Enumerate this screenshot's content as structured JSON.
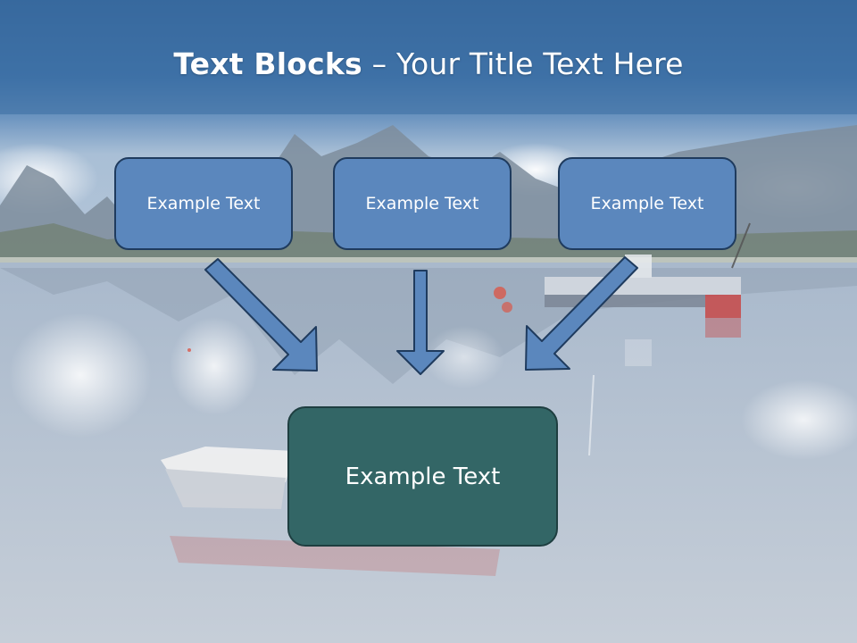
{
  "slide": {
    "title_bold": "Text Blocks",
    "title_dash": "–",
    "title_rest": "Your Title Text Here"
  },
  "boxes": {
    "top": [
      "Example Text",
      "Example Text",
      "Example Text"
    ],
    "bottom": "Example Text"
  },
  "colors": {
    "header_blue": "#3e6fa3",
    "box_blue": "#5b87bd",
    "box_border": "#1f3b5e",
    "box_teal": "#336666",
    "arrow_fill": "#5b87bd"
  },
  "icons": {
    "arrows": [
      "arrow-down-right-icon",
      "arrow-down-icon",
      "arrow-down-left-icon"
    ]
  }
}
